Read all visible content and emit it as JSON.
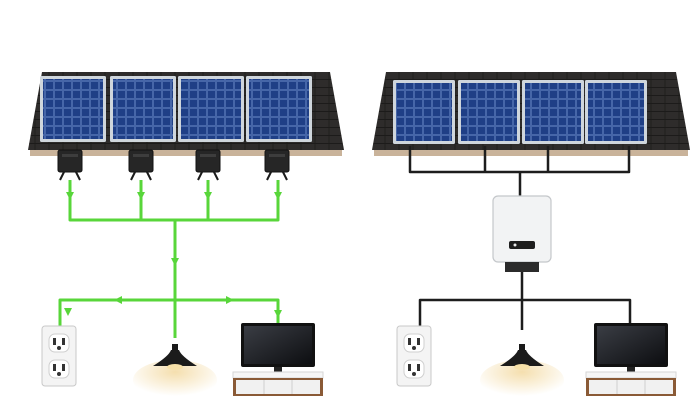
{
  "colors": {
    "background": "#ffffff",
    "roof": "#2e2c2b",
    "roof_edge": "#c9b39a",
    "panel_cell": "#1f3f86",
    "panel_frame": "#cfd6dc",
    "ac_flow": "#58d63a",
    "dc_wire": "#1d1d1d",
    "inverter_body": "#f2f3f4",
    "tv_stand_wood": "#8a5a36",
    "lamp_glow": "#f3d9a0"
  },
  "diagrams": [
    {
      "system": "microinverter",
      "panel_count": 4,
      "microinverter_count": 4,
      "wire_style": "green-with-arrows",
      "loads": [
        "outlet-icon",
        "pendant-lamp-icon",
        "tv-icon"
      ]
    },
    {
      "system": "string-inverter",
      "panel_count": 4,
      "inverter_count": 1,
      "wire_style": "black",
      "loads": [
        "outlet-icon",
        "pendant-lamp-icon",
        "tv-icon"
      ]
    }
  ]
}
